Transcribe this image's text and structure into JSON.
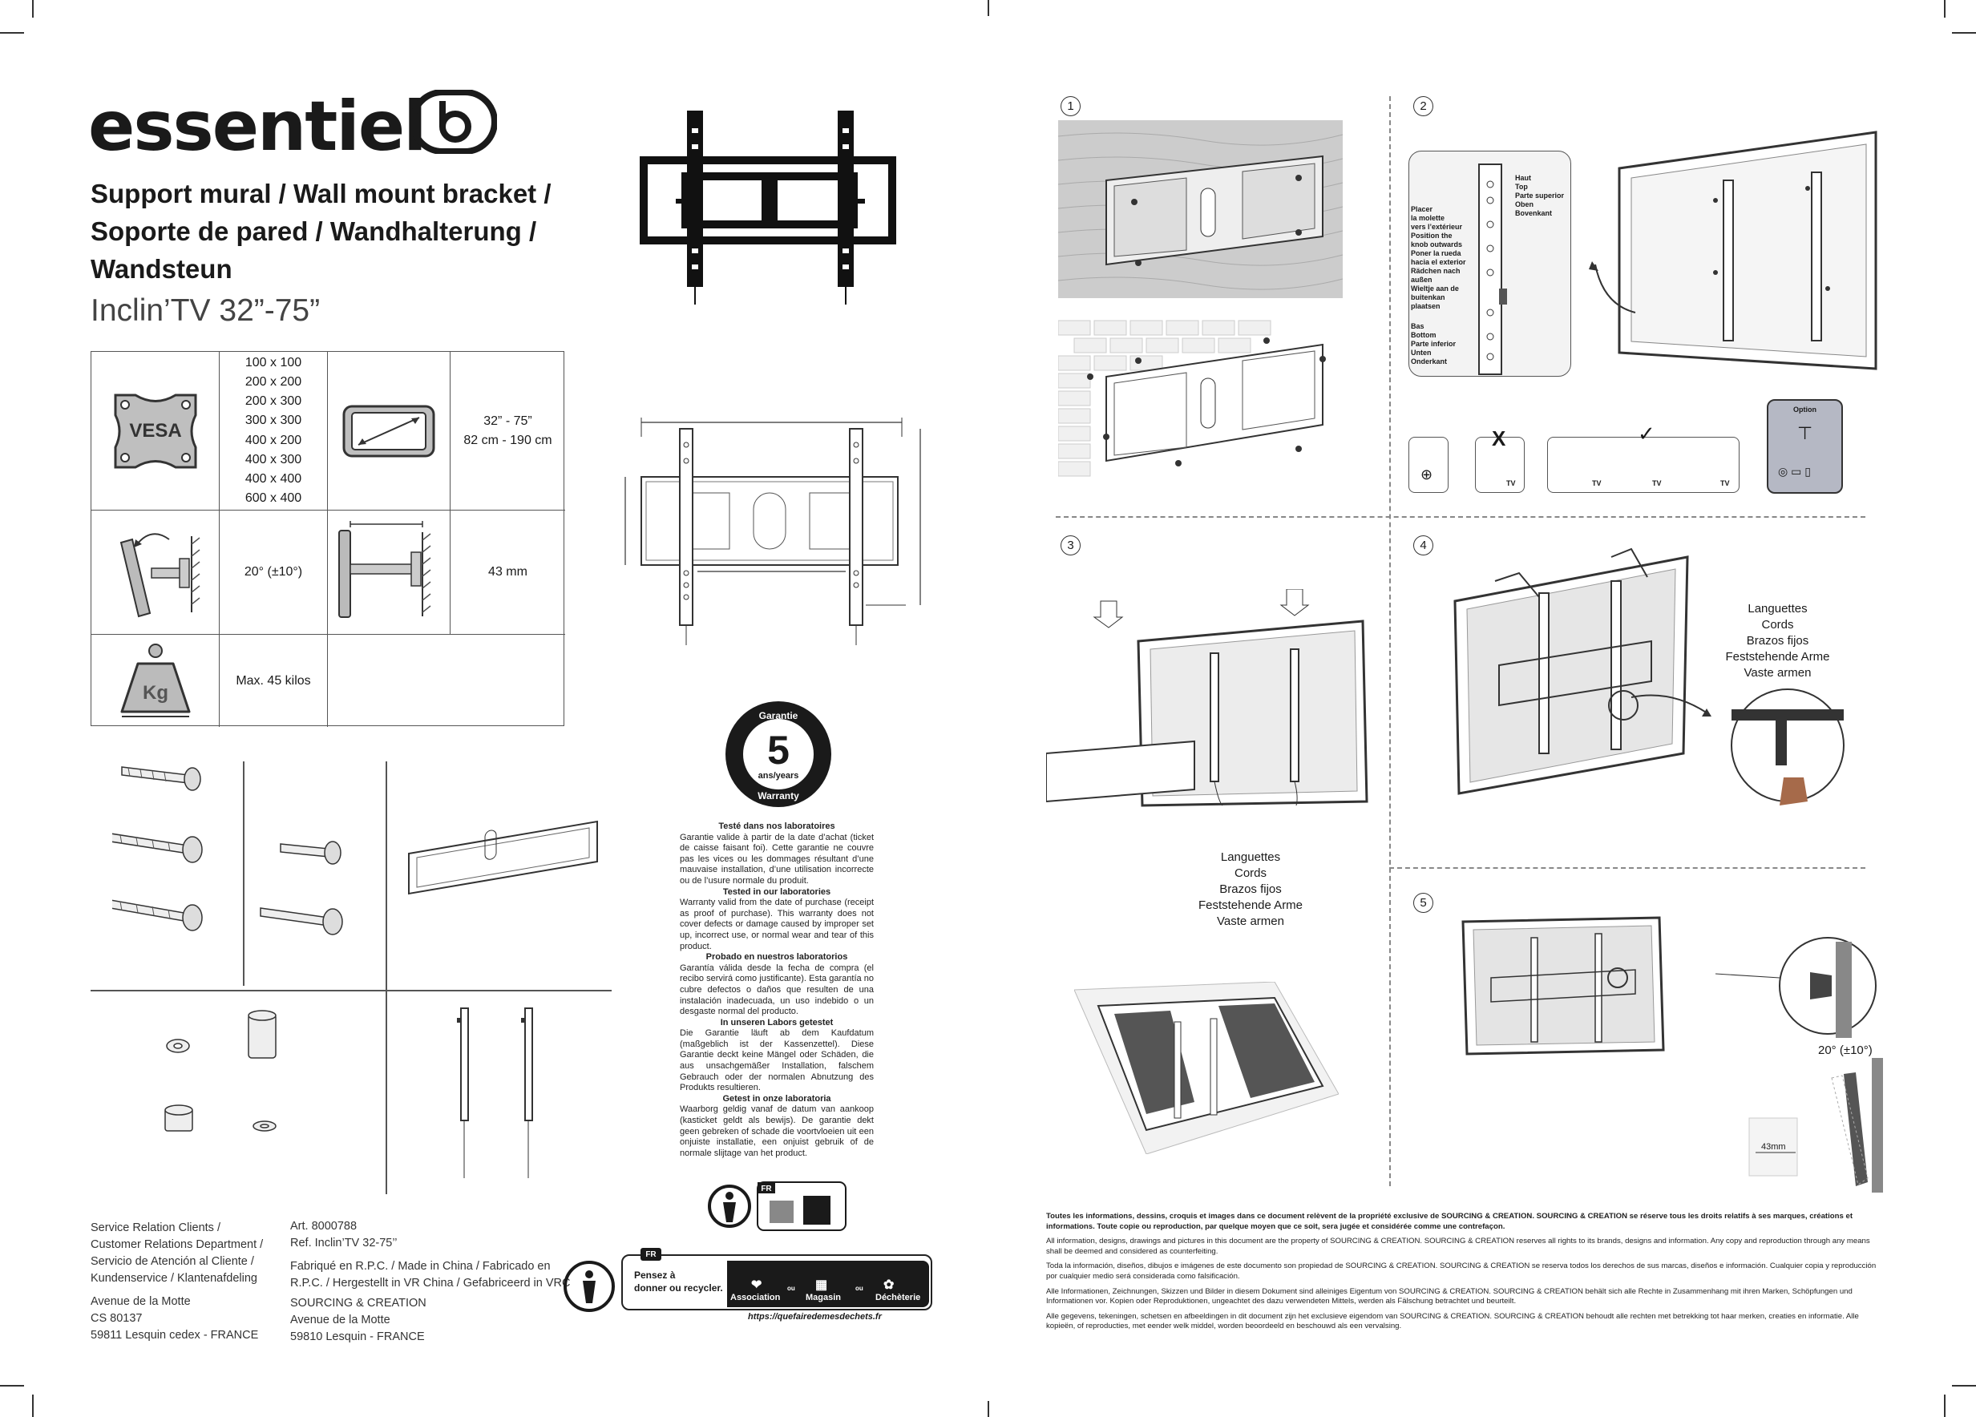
{
  "brand": {
    "name": "essentiel"
  },
  "product": {
    "title_lines": [
      "Support mural / Wall mount bracket /",
      "Soporte de pared / Wandhalterung /",
      "Wandsteun"
    ],
    "model": "Inclin’TV 32”-75”"
  },
  "specs": {
    "vesa_label": "VESA",
    "vesa_sizes": [
      "100 x 100",
      "200 x 200",
      "200 x 300",
      "300 x 300",
      "400 x 200",
      "400 x 300",
      "400 x 400",
      "600 x 400"
    ],
    "screen_size_inch": "32” - 75”",
    "screen_size_cm": "82 cm - 190 cm",
    "tilt": "20° (±10°)",
    "depth": "43 mm",
    "weight_label": "Kg",
    "max_load": "Max. 45 kilos"
  },
  "warranty": {
    "top": "Garantie",
    "number": "5",
    "unit": "ans/years",
    "bottom": "Warranty",
    "sections": [
      {
        "heading": "Testé dans nos laboratoires",
        "text": "Garantie valide à partir de la date d’achat (ticket de caisse faisant foi). Cette garantie ne couvre pas les vices ou les dommages résultant d’une mauvaise installation, d’une utilisation incorrecte ou de l’usure normale du produit."
      },
      {
        "heading": "Tested in our laboratories",
        "text": "Warranty valid from the date of purchase (receipt as proof of purchase). This warranty does not cover defects or damage caused by improper set up, incorrect use, or normal wear and tear of this product."
      },
      {
        "heading": "Probado en nuestros laboratorios",
        "text": "Garantía válida desde la fecha de compra (el recibo servirá como justificante). Esta garantía no cubre defectos o daños que resulten de una instalación inadecuada, un uso indebido o un desgaste normal del producto."
      },
      {
        "heading": "In unseren Labors getestet",
        "text": "Die Garantie läuft ab dem Kaufdatum (maßgeblich ist der Kassenzettel). Diese Garantie deckt keine Mängel oder Schäden, die aus unsachgemäßer Installation, falschem Gebrauch oder der normalen Abnutzung des Produkts resultieren."
      },
      {
        "heading": "Getest in onze laboratoria",
        "text": "Waarborg geldig vanaf de datum van aankoop (kasticket geldt als bewijs). De garantie dekt geen gebreken of schade die voortvloeien uit een onjuiste installatie, een onjuist gebruik of de normale slijtage van het product."
      }
    ]
  },
  "service": {
    "lines": [
      "Service Relation Clients /",
      "Customer Relations Department /",
      "Servicio de Atención al Cliente /",
      "Kundenservice / Klantenafdeling"
    ],
    "address": [
      "Avenue de la Motte",
      "CS 80137",
      "59811 Lesquin cedex - FRANCE"
    ]
  },
  "article": {
    "art": "Art. 8000788",
    "ref": "Ref. Inclin’TV 32-75’’",
    "made_in": [
      "Fabriqué en R.P.C. / Made in China / Fabricado en",
      "R.P.C. / Hergestellt in VR China / Gefabriceerd in VRC"
    ],
    "company": [
      "SOURCING & CREATION",
      "Avenue de la Motte",
      "59810 Lesquin - FRANCE"
    ]
  },
  "recycling": {
    "fr_badge": "FR",
    "text": [
      "Pensez à",
      "donner ou recycler."
    ],
    "options": [
      "Association",
      "ou",
      "Magasin",
      "ou",
      "Déchèterie"
    ],
    "url": "https://quefairedemesdechets.fr"
  },
  "steps": {
    "numbers": [
      "1",
      "2",
      "3",
      "4",
      "5"
    ],
    "position_labels_top": [
      "Haut",
      "Top",
      "Parte superior",
      "Oben",
      "Bovenkant"
    ],
    "knob_labels": [
      "Placer",
      "la molette",
      "vers l’extérieur",
      "Position the",
      "knob outwards",
      "Poner la rueda",
      "hacia el exterior",
      "Rädchen nach",
      "außen",
      "Wieltje aan de",
      "buitenkan",
      "plaatsen"
    ],
    "position_labels_bottom": [
      "Bas",
      "Bottom",
      "Parte inferior",
      "Unten",
      "Onderkant"
    ],
    "cords_labels": [
      "Languettes",
      "Cords",
      "Brazos fijos",
      "Feststehende Arme",
      "Vaste armen"
    ],
    "tv_label": "TV",
    "option_label": "Option",
    "x_mark": "X",
    "tilt": "20° (±10°)",
    "depth": "43mm"
  },
  "legal": [
    "Toutes les informations, dessins, croquis et images dans ce document relèvent de la propriété exclusive de SOURCING & CREATION. SOURCING & CREATION se réserve tous les droits relatifs à ses marques, créations et informations. Toute copie ou reproduction, par quelque moyen que ce soit, sera jugée et considérée comme une contrefaçon.",
    "All information, designs, drawings and pictures in this document are the property of SOURCING & CREATION. SOURCING & CREATION reserves all rights to its brands, designs and information. Any copy and reproduction through any means shall be deemed and considered as counterfeiting.",
    "Toda la información, diseños, dibujos e imágenes de este documento son propiedad de SOURCING & CREATION. SOURCING & CREATION se reserva todos los derechos de sus marcas, diseños e información. Cualquier copia y reproducción por cualquier medio será considerada como falsificación.",
    "Alle Informationen, Zeichnungen, Skizzen und Bilder in diesem Dokument sind alleiniges Eigentum von SOURCING & CREATION. SOURCING & CREATION behält sich alle Rechte in Zusammenhang mit ihren Marken, Schöpfungen und Informationen vor. Kopien oder Reproduktionen, ungeachtet des dazu verwendeten Mittels, werden als Fälschung betrachtet und beurteilt.",
    "Alle gegevens, tekeningen, schetsen en afbeeldingen in dit document zijn het exclusieve eigendom van SOURCING & CREATION. SOURCING & CREATION behoudt alle rechten met betrekking tot haar merken, creaties en informatie. Alle kopieën, of reproducties, met eender welk middel, worden beoordeeld en beschouwd als een vervalsing."
  ]
}
